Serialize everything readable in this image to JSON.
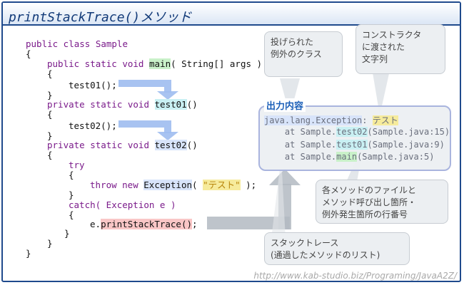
{
  "title": "printStackTrace()メソッド",
  "code": {
    "l01": "public class Sample",
    "l02": "{",
    "l03a": "public static void ",
    "l03b": "main",
    "l03c": "( String[] args )",
    "l04": "{",
    "l05": "test01();",
    "l06": "}",
    "l07a": "private static void ",
    "l07b": "test01",
    "l07c": "()",
    "l08": "{",
    "l09": "test02();",
    "l10": "}",
    "l11a": "private static void ",
    "l11b": "test02",
    "l11c": "()",
    "l12": "{",
    "l13": "try",
    "l14": "{",
    "l15a": "throw new ",
    "l15b": "Exception",
    "l15c": "( ",
    "l15d": "\"テスト\"",
    "l15e": " );",
    "l16": "}",
    "l17": "catch( Exception e )",
    "l18": "{",
    "l19a": "e.",
    "l19b": "printStackTrace()",
    "l19c": ";",
    "l20": "}",
    "l21": "}",
    "l22": "}"
  },
  "notes": {
    "thrown_class": "投げられた\n例外のクラス",
    "ctor_string": "コンストラクタ\nに渡された\n文字列",
    "file_line": "各メソッドのファイルと\nメソッド呼び出し箇所・\n例外発生箇所の行番号",
    "stack_trace": "スタックトレース\n(通過したメソッドのリスト)"
  },
  "output": {
    "label": "出力内容",
    "line1_class": "java.lang.Exception",
    "line1_sep": ": ",
    "line1_msg": "テスト",
    "line2_pre": "    at Sample.",
    "line2_method": "test02",
    "line2_post": "(Sample.java:15)",
    "line3_pre": "    at Sample.",
    "line3_method": "test01",
    "line3_post": "(Sample.java:9)",
    "line4_pre": "    at Sample.",
    "line4_method": "main",
    "line4_post": "(Sample.java:5)"
  },
  "url": "http://www.kab-studio.biz/Programing/JavaA2Z/",
  "colors": {
    "frame": "#1f4a8c",
    "arrow_blue": "#9fbdf0",
    "arrow_gray": "#b3bac2",
    "output_border": "#a9b4de"
  }
}
